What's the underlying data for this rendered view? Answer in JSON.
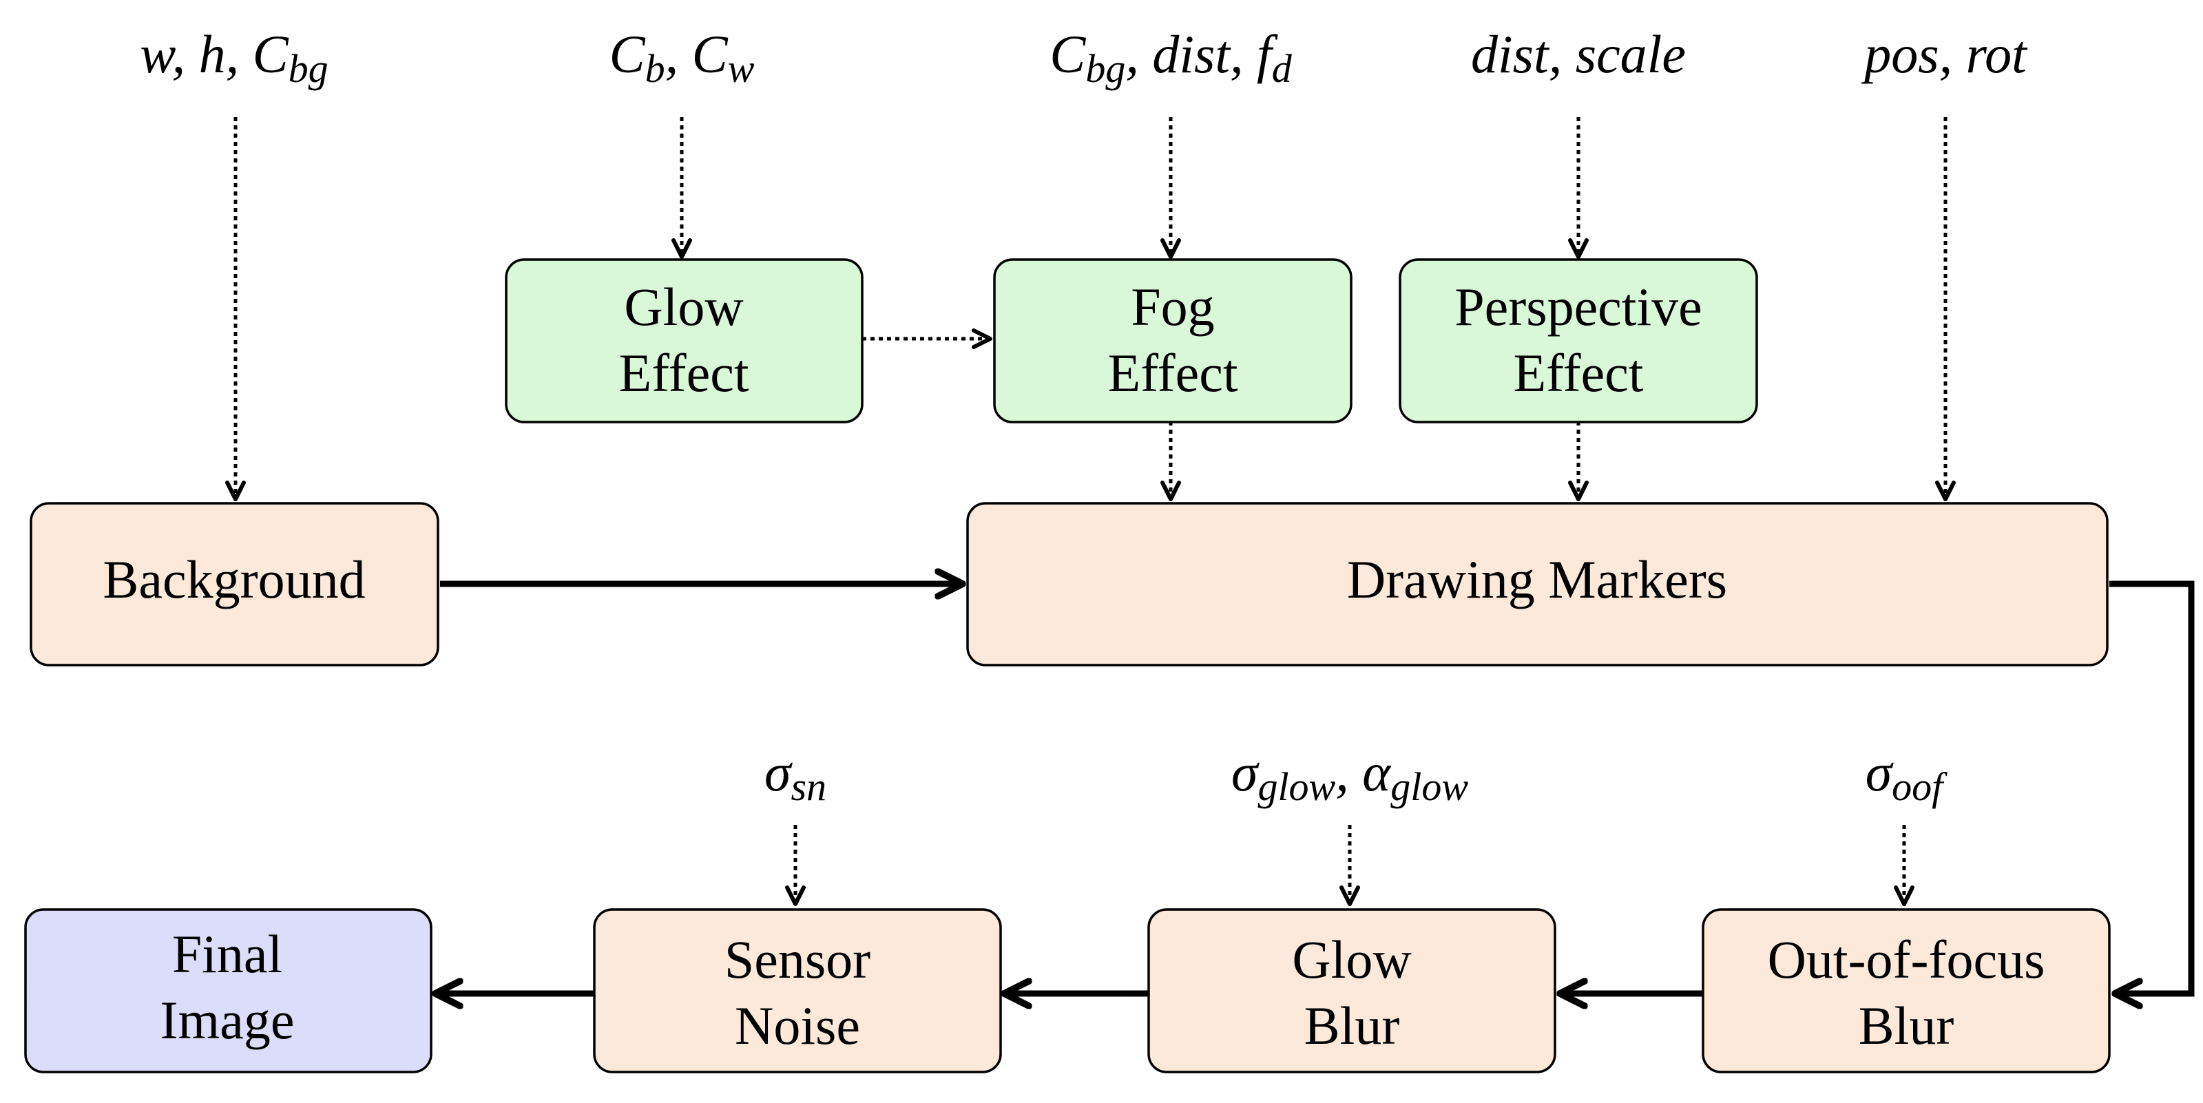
{
  "colors": {
    "stage": "#fde9d9",
    "effect": "#d8f8d8",
    "final": "#dcdcfb",
    "stroke": "#000000"
  },
  "boxes": {
    "background": "Background",
    "drawing_markers": "Drawing Markers",
    "glow_effect": [
      "Glow",
      "Effect"
    ],
    "fog_effect": [
      "Fog",
      "Effect"
    ],
    "perspective_effect": [
      "Perspective",
      "Effect"
    ],
    "out_of_focus_blur": [
      "Out-of-focus",
      "Blur"
    ],
    "glow_blur": [
      "Glow",
      "Blur"
    ],
    "sensor_noise": [
      "Sensor",
      "Noise"
    ],
    "final_image": [
      "Final",
      "Image"
    ]
  },
  "params": {
    "background": [
      {
        "t": "w"
      },
      {
        "t": ", "
      },
      {
        "t": "h"
      },
      {
        "t": ", "
      },
      {
        "t": "C"
      },
      {
        "t": "bg",
        "sub": true
      }
    ],
    "glow_effect": [
      {
        "t": "C"
      },
      {
        "t": "b",
        "sub": true
      },
      {
        "t": ", "
      },
      {
        "t": "C"
      },
      {
        "t": "w",
        "sub": true
      }
    ],
    "fog_effect": [
      {
        "t": "C"
      },
      {
        "t": "bg",
        "sub": true
      },
      {
        "t": ", "
      },
      {
        "t": "dist"
      },
      {
        "t": ", "
      },
      {
        "t": "f"
      },
      {
        "t": "d",
        "sub": true
      }
    ],
    "perspective_effect": [
      {
        "t": "dist, scale"
      }
    ],
    "drawing_markers": [
      {
        "t": "pos, rot"
      }
    ],
    "out_of_focus_blur": [
      {
        "t": "σ"
      },
      {
        "t": "oof",
        "sub": true
      }
    ],
    "glow_blur": [
      {
        "t": "σ"
      },
      {
        "t": "glow",
        "sub": true
      },
      {
        "t": ", "
      },
      {
        "t": "α"
      },
      {
        "t": "glow",
        "sub": true
      }
    ],
    "sensor_noise": [
      {
        "t": "σ"
      },
      {
        "t": "sn",
        "sub": true
      }
    ]
  }
}
